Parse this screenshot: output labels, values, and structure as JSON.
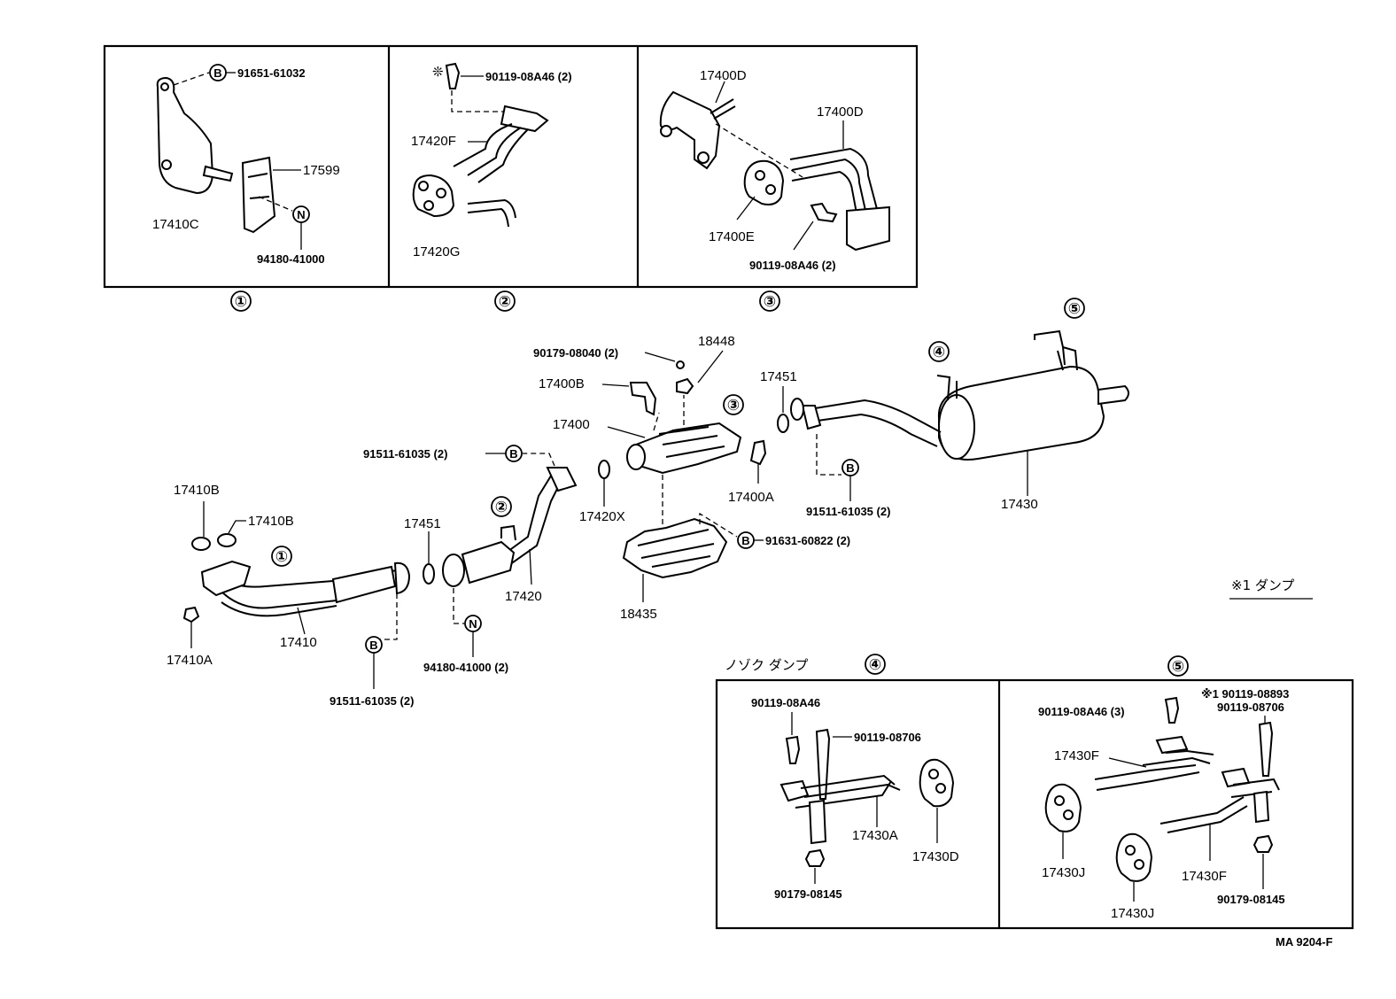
{
  "sections": {
    "s1": "①",
    "s2": "②",
    "s3": "③",
    "s4": "④",
    "s5": "⑤"
  },
  "inset1": {
    "bolt_code": "B",
    "bolt_part": "91651-61032",
    "hanger": "17410C",
    "bracket": "17599",
    "nut_code": "N",
    "nut_part": "94180-41000"
  },
  "inset2": {
    "bolt_part": "90119-08A46 (2)",
    "bracket": "17420F",
    "cushion": "17420G"
  },
  "inset3": {
    "bracket_a": "17400D",
    "bracket_b": "17400D",
    "cushion": "17400E",
    "bolt_part": "90119-08A46 (2)"
  },
  "main": {
    "nut_18448": "90179-08040 (2)",
    "heat_insulator_top": "18448",
    "bracket_17400B": "17400B",
    "converter": "17400",
    "gasket_17451_r": "17451",
    "bolt_left": "91511-61035 (2)",
    "bolt_left_code": "B",
    "bracket_17400A": "17400A",
    "gasket_17420X": "17420X",
    "gasket_17410B_a": "17410B",
    "gasket_17410B_b": "17410B",
    "gasket_17451_l": "17451",
    "front_pipe": "17420",
    "heat_insulator": "18435",
    "bolt_insulator": "91631-60822 (2)",
    "bolt_insulator_code": "B",
    "exhaust_pipe": "17410",
    "nut_17410A": "17410A",
    "bolt_bottom": "91511-61035 (2)",
    "bolt_bottom_code": "B",
    "nut_bottom": "94180-41000 (2)",
    "nut_bottom_code": "N",
    "bolt_right": "91511-61035 (2)",
    "bolt_right_code": "B",
    "muffler": "17430"
  },
  "note_damper": "※1 ダンプ",
  "inset4": {
    "title": "ノゾク  ダンプ",
    "bolt_a": "90119-08A46",
    "bolt_b": "90119-08706",
    "bracket": "17430A",
    "cushion": "17430D",
    "nut": "90179-08145"
  },
  "inset5": {
    "note_bolt": "※1 90119-08893",
    "bolt_b": "90119-08706",
    "bolt_a": "90119-08A46 (3)",
    "bracket_top": "17430F",
    "bracket_bottom": "17430F",
    "cushion_a": "17430J",
    "cushion_b": "17430J",
    "nut": "90179-08145"
  },
  "footer_code": "MA  9204-F"
}
